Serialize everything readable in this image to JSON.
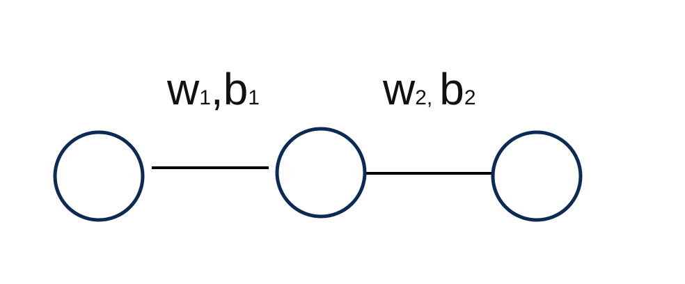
{
  "diagram": {
    "colors": {
      "node_stroke": "#0b2a55",
      "edge_stroke": "#000000"
    },
    "nodes": [
      {
        "id": "n1"
      },
      {
        "id": "n2"
      },
      {
        "id": "n3"
      }
    ],
    "edges": [
      {
        "from": "n1",
        "to": "n2",
        "label": {
          "weight": "w",
          "weight_sub": "1",
          "separator": ",",
          "bias": "b",
          "bias_sub": "1"
        }
      },
      {
        "from": "n2",
        "to": "n3",
        "label": {
          "weight": "w",
          "weight_sub": "2,",
          "separator": "",
          "bias": "b",
          "bias_sub": "2"
        }
      }
    ]
  }
}
